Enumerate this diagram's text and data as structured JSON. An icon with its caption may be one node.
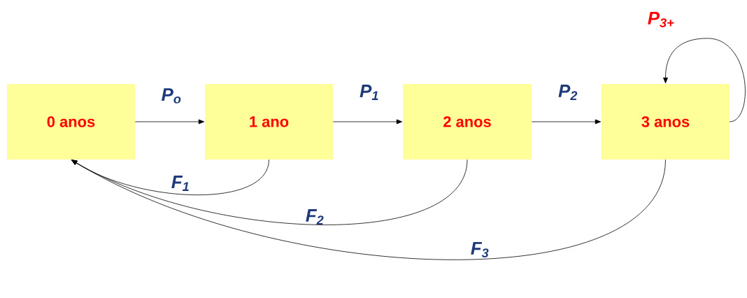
{
  "diagram": {
    "nodes": [
      {
        "text": [
          "0 anos"
        ]
      },
      {
        "text": [
          "1 ano"
        ]
      },
      {
        "text": [
          "2 anos"
        ]
      },
      {
        "text": [
          "3 anos"
        ]
      }
    ],
    "edges": [
      {
        "from": 0,
        "to": 1,
        "arrow": "to",
        "label": "P$_{o}$"
      },
      {
        "from": 1,
        "to": 2,
        "arrow": "to",
        "label": "P$_{1}$"
      },
      {
        "from": 2,
        "to": 3,
        "arrow": "to",
        "label": "P$_{2}$"
      },
      {
        "from": 3,
        "to": 3,
        "arrow": "to",
        "label": "P$_{3+}$"
      },
      {
        "from": 1,
        "to": 0,
        "arrow": "to",
        "label": "F$_{1}$"
      },
      {
        "from": 2,
        "to": 0,
        "arrow": "to",
        "label": "F$_{2}$"
      },
      {
        "from": 3,
        "to": 0,
        "arrow": "to",
        "label": "F$_{3}$"
      }
    ]
  }
}
